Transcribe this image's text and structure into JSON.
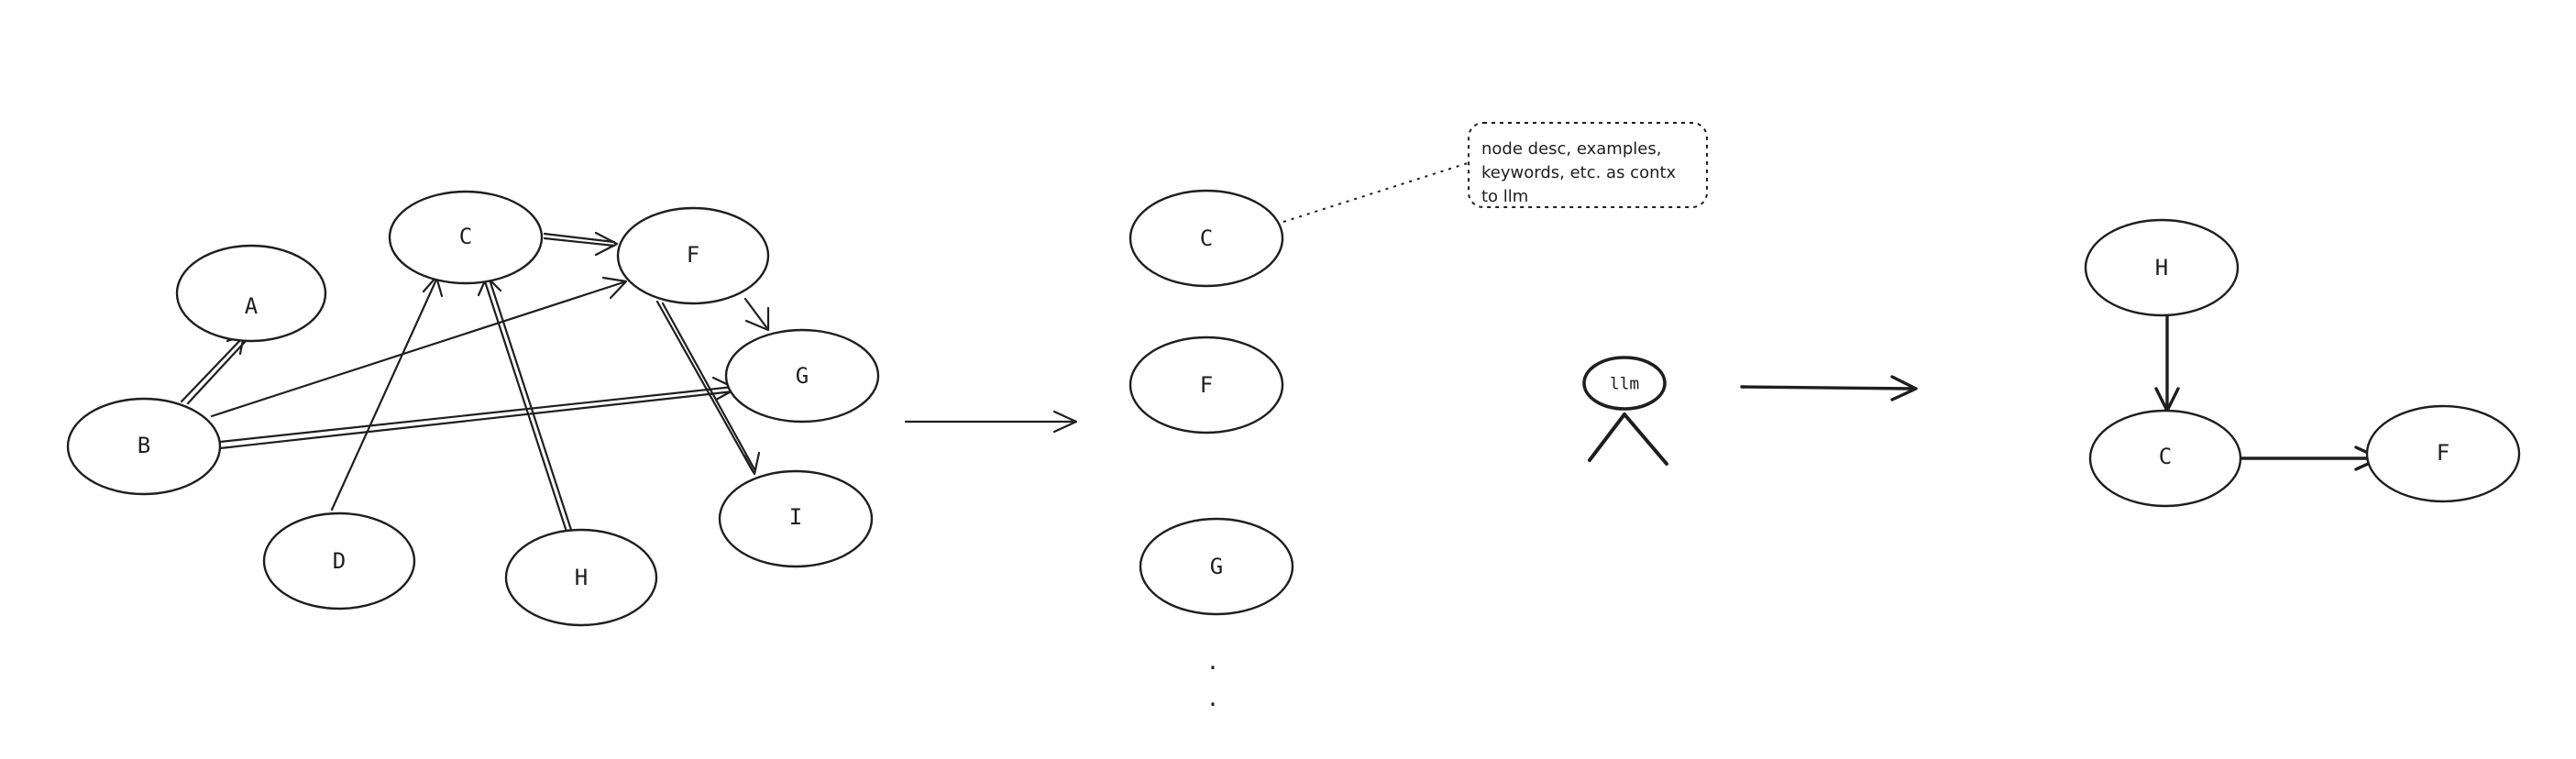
{
  "diagram": {
    "graph": {
      "nodes": [
        "A",
        "B",
        "C",
        "D",
        "F",
        "G",
        "H",
        "I"
      ],
      "edges": [
        {
          "from": "B",
          "to": "A"
        },
        {
          "from": "B",
          "to": "F"
        },
        {
          "from": "B",
          "to": "G"
        },
        {
          "from": "C",
          "to": "F"
        },
        {
          "from": "F",
          "to": "G"
        },
        {
          "from": "F",
          "to": "I"
        },
        {
          "from": "D",
          "to": "C"
        },
        {
          "from": "H",
          "to": "C"
        }
      ]
    },
    "node_list": {
      "items": [
        "C",
        "F",
        "G"
      ],
      "ellipsis": [
        ".",
        "."
      ]
    },
    "note": {
      "lines": [
        "node desc, examples,",
        "keywords, etc. as contx",
        "to llm"
      ]
    },
    "llm": {
      "label": "llm"
    },
    "result": {
      "nodes": [
        "H",
        "C",
        "F"
      ],
      "edges": [
        {
          "from": "H",
          "to": "C"
        },
        {
          "from": "C",
          "to": "F"
        }
      ]
    }
  }
}
